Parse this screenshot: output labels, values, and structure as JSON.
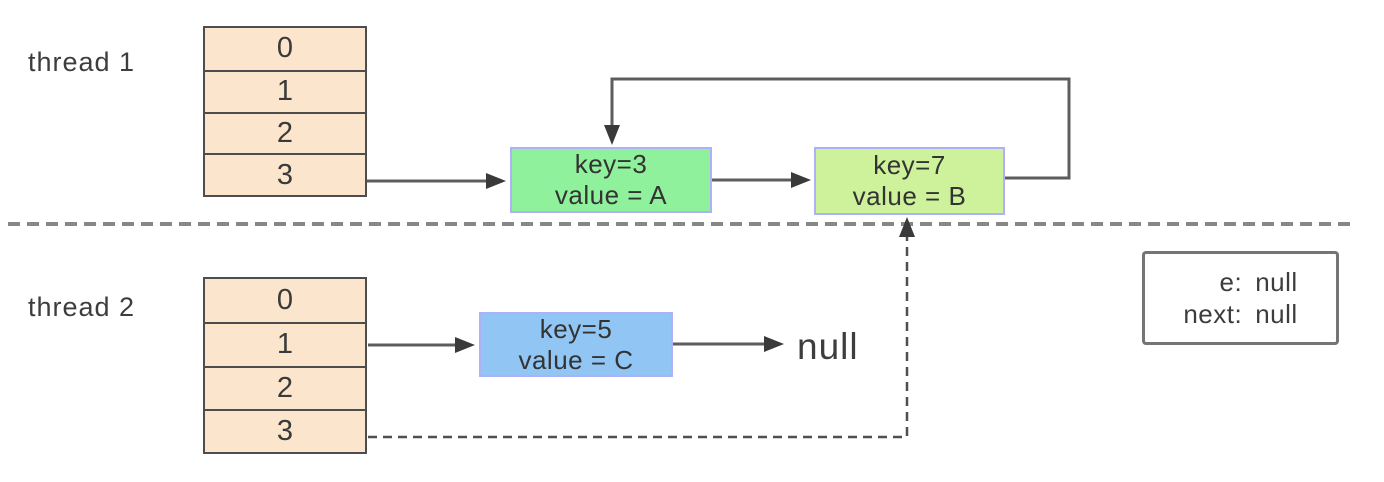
{
  "thread1": {
    "label": "thread 1",
    "buckets": [
      "0",
      "1",
      "2",
      "3"
    ]
  },
  "thread2": {
    "label": "thread 2",
    "buckets": [
      "0",
      "1",
      "2",
      "3"
    ]
  },
  "nodes": {
    "key3": {
      "line1": "key=3",
      "line2": "value = A"
    },
    "key7": {
      "line1": "key=7",
      "line2": "value = B"
    },
    "key5": {
      "line1": "key=5",
      "line2": "value = C"
    }
  },
  "null_label": "null",
  "entry_box": {
    "rows": [
      {
        "label": "e:",
        "value": "null"
      },
      {
        "label": "next:",
        "value": "null"
      }
    ]
  },
  "colors": {
    "bucket_fill": "#fbe5cc",
    "bucket_border": "#4d4d4d",
    "node_border": "#aeb0f8",
    "key3_fill": "#8ff19b",
    "key7_fill": "#cdf29b",
    "key5_fill": "#90c5f4",
    "line": "#5d5d5d",
    "arrowhead": "#3a3a3a",
    "divider": "#878787",
    "text": "#3d3d3d"
  }
}
